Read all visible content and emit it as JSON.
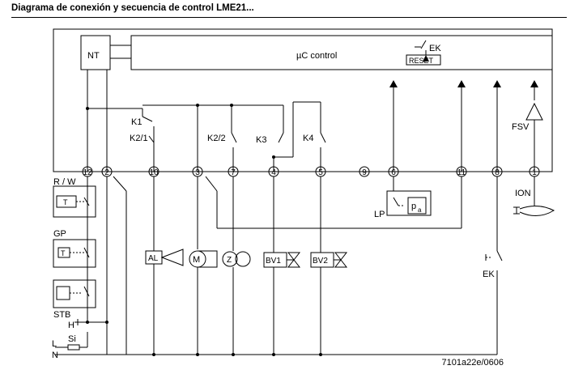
{
  "header": {
    "title": "Diagrama de conexión y secuencia de control LME21..."
  },
  "controller": {
    "label": "µC control",
    "nt_label": "NT",
    "ek_label": "EK",
    "reset_label": "RESET",
    "fsv_label": "FSV"
  },
  "relays": {
    "k1": "K1",
    "k2_1": "K2/1",
    "k2_2": "K2/2",
    "k3": "K3",
    "k4": "K4"
  },
  "terminals": [
    "12",
    "2",
    "10",
    "3",
    "7",
    "4",
    "5",
    "9",
    "6",
    "11",
    "8",
    "1"
  ],
  "devices": {
    "rw": "R / W",
    "t": "T",
    "gp": "GP",
    "stb": "STB",
    "h": "H",
    "si": "Si",
    "l": "L",
    "n": "N",
    "al": "AL",
    "m": "M",
    "z": "Z",
    "bv1": "BV1",
    "bv2": "BV2",
    "lp": "LP",
    "pa_p": "p",
    "pa_sub": "a",
    "ek_ext": "EK",
    "ion": "ION"
  },
  "footer": {
    "reference": "7101a22e/0606"
  }
}
